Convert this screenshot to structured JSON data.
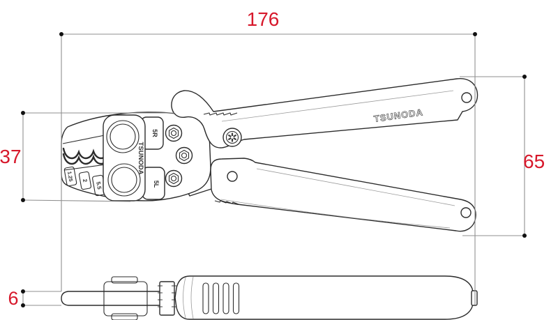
{
  "diagram": {
    "type": "product-dimension-drawing",
    "subject": "crimping tool (top view and side view)"
  },
  "colors": {
    "dimension_text": "#d7182b",
    "dimension_line": "#8f8f8f",
    "drawing_line": "#2b2b2b",
    "background": "#ffffff"
  },
  "dimensions": {
    "overall_length": "176",
    "head_width": "37",
    "handle_spread": "65",
    "thickness": "6"
  },
  "tool": {
    "brand_handle": "TSUNODA",
    "brand_head": "TSUNODA",
    "die_right_top": "5R",
    "die_right_bottom": "5L",
    "die_sizes": [
      "1.25",
      "2",
      "5.5"
    ]
  }
}
